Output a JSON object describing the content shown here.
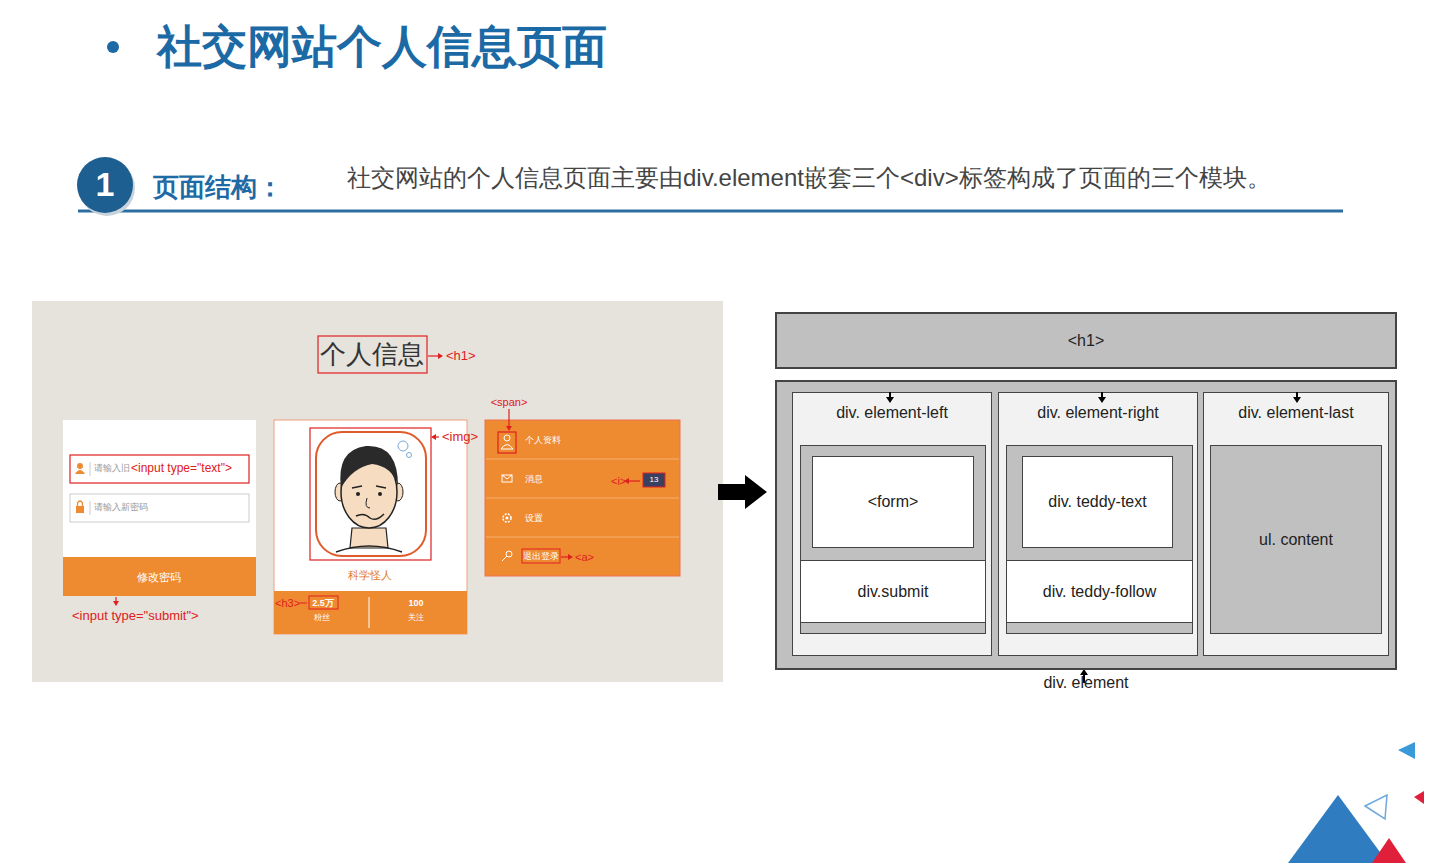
{
  "diagram": {
    "title": "社交网站个人信息页面",
    "nodes": [
      {
        "text": [
          "<h1>"
        ]
      },
      {
        "text": [
          "div. element"
        ]
      },
      {
        "text": [
          "div. element-left"
        ],
        "in": 1
      },
      {
        "text": [
          "<form>"
        ],
        "in": 2
      },
      {
        "text": [
          "div.submit"
        ],
        "in": 2
      },
      {
        "text": [
          "div. element-right"
        ],
        "in": 1
      },
      {
        "text": [
          "div. teddy-text"
        ],
        "in": 5
      },
      {
        "text": [
          "div. teddy-follow"
        ],
        "in": 5
      },
      {
        "text": [
          "div. element-last"
        ],
        "in": 1
      },
      {
        "text": [
          "ul. content"
        ],
        "in": 8
      }
    ],
    "labels": [
      "1",
      "页面结构：",
      "社交网站的个人信息页面主要由div.element嵌套三个<div>标签构成了页面的三个模块。",
      "个人信息",
      "<h1>",
      "请输入旧",
      "<input type=\"text\">",
      "请输入新密码",
      "修改密码",
      "<input type=\"submit\">",
      "<img>",
      "科学怪人",
      "<h3>",
      "2.5万",
      "粉丝",
      "100",
      "关注",
      "<span>",
      "个人资料",
      "消息",
      "<i>",
      "13",
      "设置",
      "退出登录",
      "<a>"
    ]
  }
}
